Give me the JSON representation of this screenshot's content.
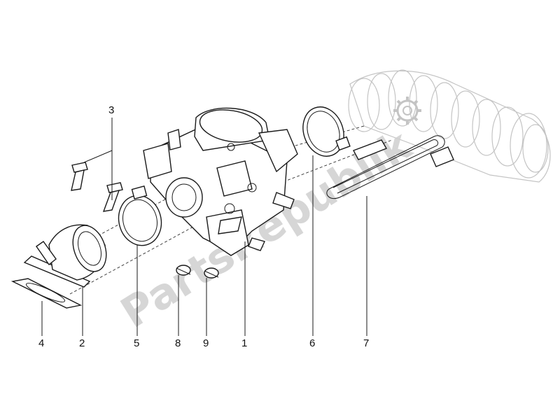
{
  "watermark": {
    "text": "PartsRepublik"
  },
  "callouts": [
    {
      "id": "1",
      "label": "1"
    },
    {
      "id": "2",
      "label": "2"
    },
    {
      "id": "3",
      "label": "3"
    },
    {
      "id": "4",
      "label": "4"
    },
    {
      "id": "5",
      "label": "5"
    },
    {
      "id": "6",
      "label": "6"
    },
    {
      "id": "7",
      "label": "7"
    },
    {
      "id": "8",
      "label": "8"
    },
    {
      "id": "9",
      "label": "9"
    }
  ],
  "icons": {
    "watermark_gear": "gear-icon"
  }
}
